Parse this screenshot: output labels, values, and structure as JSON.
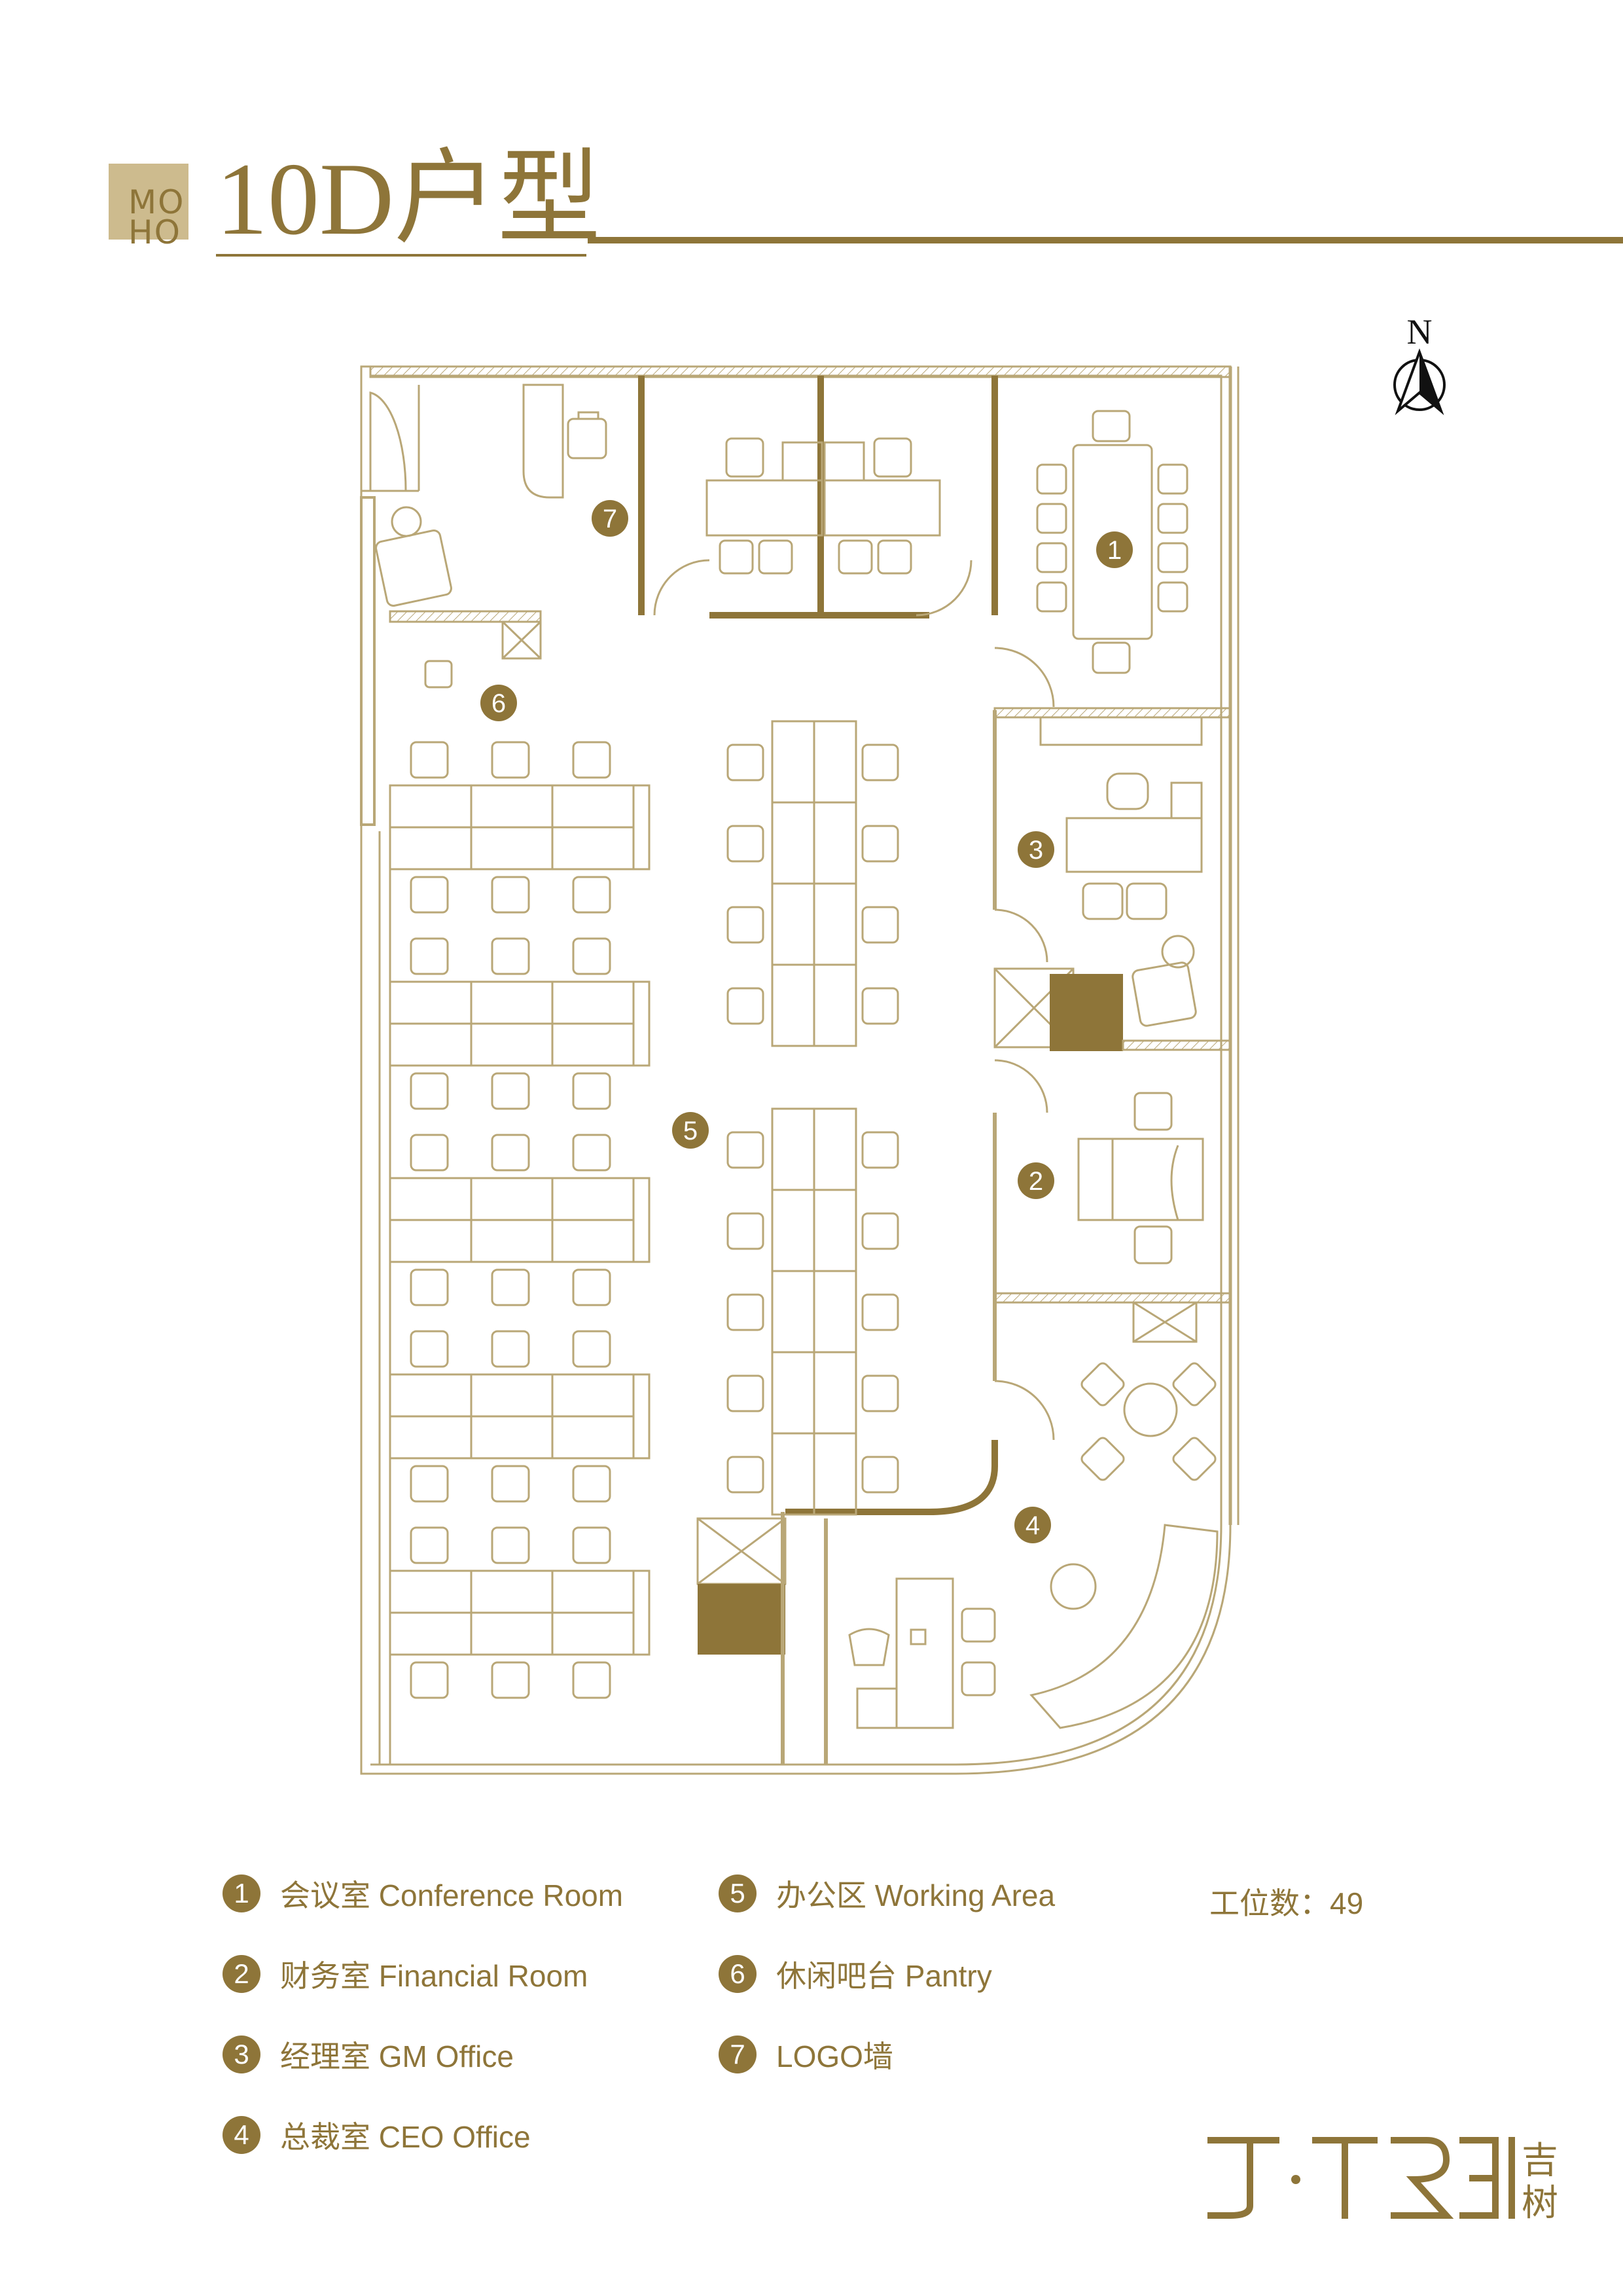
{
  "header": {
    "brand_line1": "MO",
    "brand_line2": "HO",
    "title": "10D户型"
  },
  "compass": {
    "label": "N"
  },
  "plan": {
    "rooms": [
      {
        "number": "1"
      },
      {
        "number": "2"
      },
      {
        "number": "3"
      },
      {
        "number": "4"
      },
      {
        "number": "5"
      },
      {
        "number": "6"
      },
      {
        "number": "7"
      }
    ]
  },
  "legend": {
    "items": [
      {
        "number": "1",
        "label": "会议室 Conference Room"
      },
      {
        "number": "2",
        "label": "财务室 Financial Room"
      },
      {
        "number": "3",
        "label": "经理室 GM Office"
      },
      {
        "number": "4",
        "label": "总裁室 CEO Office"
      },
      {
        "number": "5",
        "label": "办公区 Working Area"
      },
      {
        "number": "6",
        "label": "休闲吧台 Pantry"
      },
      {
        "number": "7",
        "label": "LOGO墙"
      }
    ],
    "workstations": "工位数：49"
  },
  "footer": {
    "logo_text": "J·TREE",
    "logo_cn": "吉树"
  },
  "colors": {
    "accent": "#8e7539",
    "light": "#cdbb8e",
    "line": "#b9a777"
  }
}
